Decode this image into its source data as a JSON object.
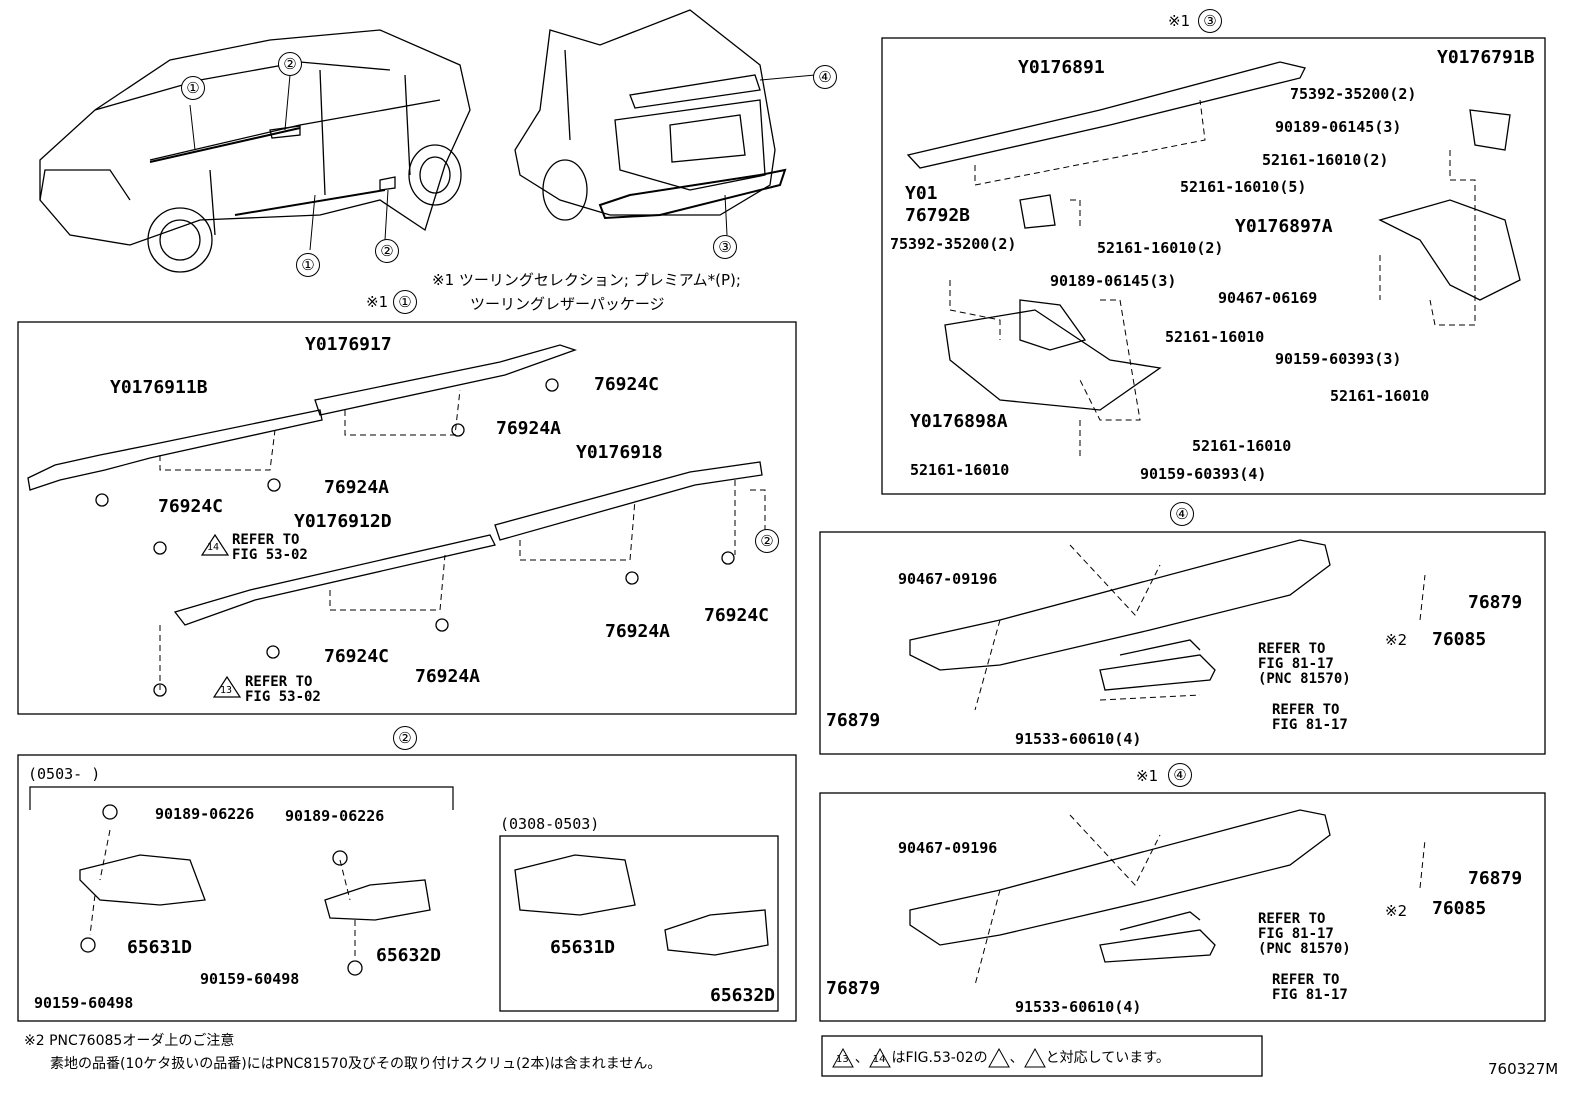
{
  "sections": {
    "s1_title_mark": "※1",
    "s1_title_num": "①",
    "s2_title_num": "②",
    "s3_title_mark": "※1",
    "s3_title_num": "③",
    "s4a_title_num": "④",
    "s4b_title_mark": "※1",
    "s4b_title_num": "④"
  },
  "overview_labels": {
    "c1a": "①",
    "c1b": "①",
    "c2a": "②",
    "c2b": "②",
    "c3": "③",
    "c4": "④"
  },
  "overview_note": {
    "line1": "※1 ツーリングセレクション; プレミアム*(P);",
    "line2": "ツーリングレザーパッケージ"
  },
  "s1": {
    "Y0176917": "Y0176917",
    "Y0176911B": "Y0176911B",
    "Y0176918": "Y0176918",
    "Y0176912D": "Y0176912D",
    "c1": "76924C",
    "a1": "76924A",
    "c2": "76924C",
    "a2": "76924A",
    "c3": "76924C",
    "a3": "76924A",
    "a4": "76924A",
    "c4": "76924C",
    "ref14": "REFER TO\nFIG 53-02",
    "ref13": "REFER TO\nFIG 53-02",
    "tri14": "14",
    "tri13": "13",
    "circ2": "②"
  },
  "s2": {
    "range1": "(0503-      )",
    "range2": "(0308-0503)",
    "p1": "90189-06226",
    "p2": "90189-06226",
    "p3": "65631D",
    "p4": "65632D",
    "p5": "90159-60498",
    "p6": "90159-60498",
    "p7": "65631D",
    "p8": "65632D"
  },
  "s3": {
    "Y0176891": "Y0176891",
    "Y0176791B": "Y0176791B",
    "Y01": "Y01",
    "76792B": "76792B",
    "Y0176897A": "Y0176897A",
    "Y0176898A": "Y0176898A",
    "q1": "75392-35200(2)",
    "q2": "90189-06145(3)",
    "q3": "52161-16010(2)",
    "q4": "52161-16010(5)",
    "q5": "52161-16010(2)",
    "q6": "75392-35200(2)",
    "q7": "90189-06145(3)",
    "q8": "90467-06169",
    "q9": "52161-16010",
    "q10": "90159-60393(3)",
    "q11": "52161-16010",
    "q12": "52161-16010",
    "q13": "52161-16010",
    "q14": "90159-60393(4)"
  },
  "s4a": {
    "r1": "90467-09196",
    "r2": "76879",
    "r3": "76085",
    "r3mark": "※2",
    "r4": "REFER TO\nFIG 81-17\n(PNC 81570)",
    "r5": "REFER TO\nFIG 81-17",
    "r6": "76879",
    "r7": "91533-60610(4)"
  },
  "s4b": {
    "r1": "90467-09196",
    "r2": "76879",
    "r3": "76085",
    "r3mark": "※2",
    "r4": "REFER TO\nFIG 81-17\n(PNC 81570)",
    "r5": "REFER TO\nFIG 81-17",
    "r6": "76879",
    "r7": "91533-60610(4)"
  },
  "footer": {
    "note1": "※2 PNC76085オーダ上のご注意",
    "note2": "素地の品番(10ケタ扱いの品番)にはPNC81570及びその取り付けスクリュ(2本)は含まれません。",
    "legend_a": "13",
    "legend_b": "14",
    "legend_text1": "、",
    "legend_text2": "はFIG.53-02の",
    "legend_text3": "、",
    "legend_text4": "と対応しています。",
    "figno": "760327M"
  }
}
